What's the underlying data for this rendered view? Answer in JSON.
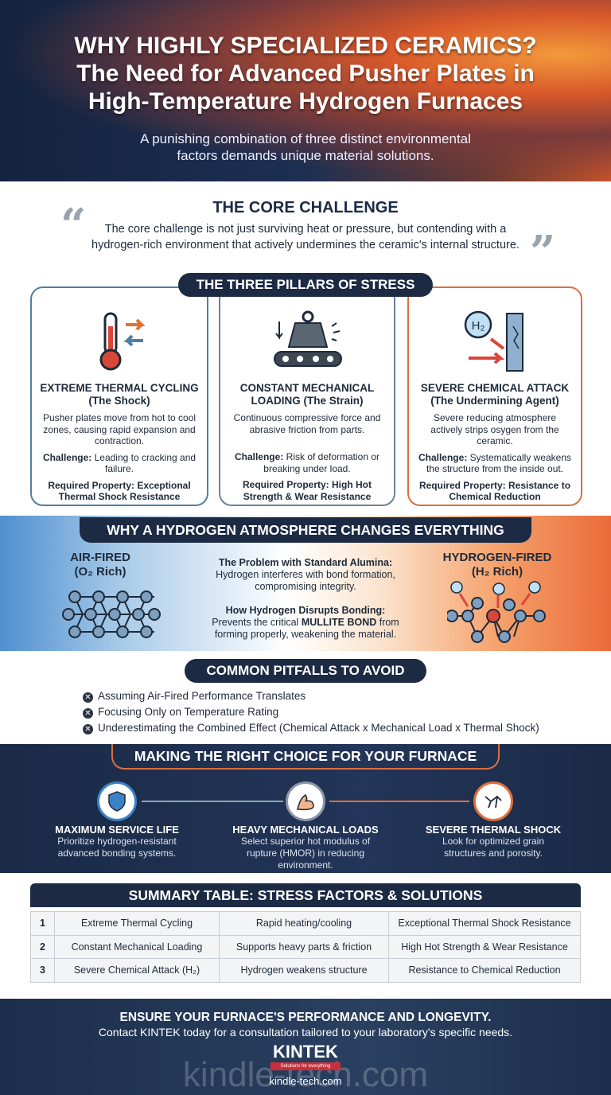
{
  "hero": {
    "title_lines": [
      "WHY HIGHLY SPECIALIZED CERAMICS?",
      "The Need for Advanced Pusher Plates in",
      "High-Temperature Hydrogen Furnaces"
    ],
    "subtitle_lines": [
      "A punishing combination of three distinct environmental",
      "factors demands unique material solutions."
    ]
  },
  "core": {
    "heading": "THE CORE CHALLENGE",
    "quote_lines": [
      "The core challenge is not just surviving heat or pressure, but contending with a",
      "hydrogen-rich environment that actively undermines the ceramic's internal structure."
    ]
  },
  "pillars": {
    "heading": "THE THREE PILLARS OF STRESS",
    "items": [
      {
        "title1": "EXTREME THERMAL CYCLING",
        "title2": "(The Shock)",
        "desc": "Pusher plates move from hot to cool zones, causing rapid expansion and contraction.",
        "challenge_label": "Challenge:",
        "challenge": " Leading to cracking and failure.",
        "property": "Required Property: Exceptional Thermal Shock Resistance",
        "icon": "thermometer-icon",
        "color": "#4e7fa3"
      },
      {
        "title1": "CONSTANT MECHANICAL",
        "title2": "LOADING (The Strain)",
        "desc": "Continuous compressive force and abrasive friction from parts.",
        "challenge_label": "Challenge:",
        "challenge": " Risk of deformation or breaking under load.",
        "property": "Required Property: High Hot Strength & Wear Resistance",
        "icon": "weight-conveyor-icon",
        "color": "#6b8299"
      },
      {
        "title1": "SEVERE CHEMICAL ATTACK",
        "title2": "(The Undermining Agent)",
        "desc": "Severe reducing atmosphere actively strips osygen from the ceramic.",
        "challenge_label": "Challenge:",
        "challenge": " Systematically weakens the structure from the inside out.",
        "property": "Required Property: Resistance to Chemical Reduction",
        "icon": "hydrogen-attack-icon",
        "color": "#d9703f"
      }
    ]
  },
  "hydrogen": {
    "heading": "WHY A HYDROGEN ATMOSPHERE CHANGES EVERYTHING",
    "left_title": "AIR-FIRED",
    "left_sub": "(O₂ Rich)",
    "right_title": "HYDROGEN-FIRED",
    "right_sub": "(H₂ Rich)",
    "h2_label": "H₂",
    "p1_title": "The Problem with Standard Alumina:",
    "p1_text": "Hydrogen interferes with bond formation, compromising integrity.",
    "p2_title": "How Hydrogen Disrupts Bonding:",
    "p2_pre": "Prevents the critical ",
    "p2_bold": "MULLITE BOND",
    "p2_post": " from forming properly, weakening the material."
  },
  "pitfalls": {
    "heading": "COMMON PITFALLS TO AVOID",
    "items": [
      "Assuming Air-Fired Performance Translates",
      "Focusing Only on Temperature Rating",
      "Underestimating the Combined Effect (Chemical Attack x Mechanical Load x Thermal Shock)"
    ]
  },
  "choice": {
    "heading": "MAKING THE RIGHT CHOICE FOR YOUR FURNACE",
    "items": [
      {
        "title": "MAXIMUM SERVICE LIFE",
        "text": "Prioritize hydrogen-resistant advanced bonding systems.",
        "icon": "shield-icon",
        "color": "#3b82c4"
      },
      {
        "title": "HEAVY MECHANICAL LOADS",
        "text": "Select superior hot modulus of rupture (HMOR) in reducing environment.",
        "icon": "flexed-arm-icon",
        "color": "#8c97a6"
      },
      {
        "title": "SEVERE THERMAL SHOCK",
        "text": "Look for optimized grain structures and porosity.",
        "icon": "cracked-icon",
        "color": "#e0703a"
      }
    ]
  },
  "summary": {
    "heading": "SUMMARY TABLE: STRESS FACTORS & SOLUTIONS",
    "rows": [
      [
        "1",
        "Extreme Thermal Cycling",
        "Rapid heating/cooling",
        "Exceptional Thermal Shock Resistance"
      ],
      [
        "2",
        "Constant Mechanical Loading",
        "Supports heavy parts & friction",
        "High Hot Strength & Wear Resistance"
      ],
      [
        "3",
        "Severe Chemical Attack (H₂)",
        "Hydrogen weakens structure",
        "Resistance to Chemical Reduction"
      ]
    ]
  },
  "footer": {
    "headline": "ENSURE YOUR FURNACE'S PERFORMANCE AND LONGEVITY.",
    "text": "Contact KINTEK today for a consultation tailored to your laboratory's specific needs.",
    "logo": "KINTEK",
    "logo_tagline": "Solutions for everything",
    "url": "kindle-tech.com",
    "watermark": "kindle-tech.com"
  }
}
